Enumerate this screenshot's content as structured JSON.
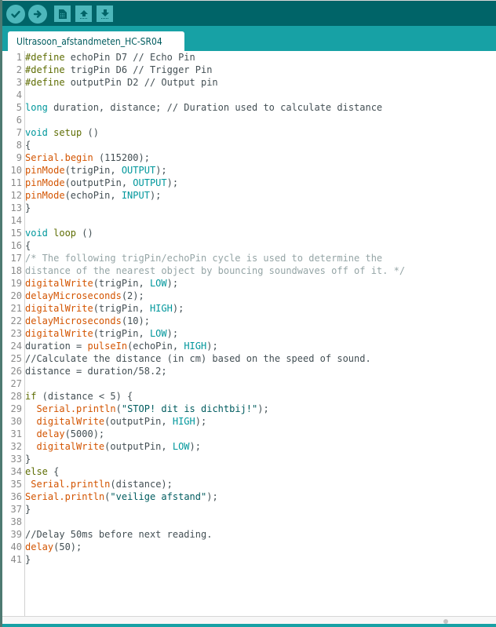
{
  "toolbar": {
    "buttons": [
      {
        "name": "verify",
        "icon": "checkmark-icon"
      },
      {
        "name": "upload",
        "icon": "arrow-right-icon"
      },
      {
        "name": "new",
        "icon": "new-file-icon"
      },
      {
        "name": "open",
        "icon": "arrow-up-icon"
      },
      {
        "name": "save",
        "icon": "arrow-down-icon"
      }
    ]
  },
  "tabs": [
    {
      "label": "Ultrasoon_afstandmeten_HC-SR04",
      "active": true
    }
  ],
  "colors": {
    "toolbar_bg": "#006468",
    "tabbar_bg": "#17a1a5",
    "button_bg": "#4db7bb",
    "keyword_define": "#5e6d03",
    "keyword_type": "#00979c",
    "function": "#d35400",
    "string": "#005c5f",
    "comment": "#95a5a6"
  },
  "editor": {
    "lines": [
      {
        "n": "1",
        "tokens": [
          [
            "k-def",
            "#define"
          ],
          [
            "",
            "echoPin D7 "
          ],
          [
            "k-cmt2",
            "// Echo Pin"
          ]
        ]
      },
      {
        "n": "2",
        "tokens": [
          [
            "k-def",
            "#define"
          ],
          [
            "",
            "trigPin D6 "
          ],
          [
            "k-cmt2",
            "// Trigger Pin"
          ]
        ]
      },
      {
        "n": "3",
        "tokens": [
          [
            "k-def",
            "#define"
          ],
          [
            "",
            "outputPin D2 "
          ],
          [
            "k-cmt2",
            "// Output pin"
          ]
        ]
      },
      {
        "n": "4",
        "tokens": []
      },
      {
        "n": "5",
        "tokens": [
          [
            "k-type",
            "long"
          ],
          [
            "",
            "duration, distance; "
          ],
          [
            "k-cmt2",
            "// Duration used to calculate distance"
          ]
        ]
      },
      {
        "n": "6",
        "tokens": []
      },
      {
        "n": "7",
        "tokens": [
          [
            "k-type",
            "void"
          ],
          [
            "",
            ""
          ],
          [
            "k-def",
            "setup"
          ],
          [
            "",
            "()"
          ]
        ]
      },
      {
        "n": "8",
        "tokens": [
          [
            "",
            "{"
          ]
        ]
      },
      {
        "n": "9",
        "tokens": [
          [
            "k-fn",
            "Serial"
          ],
          [
            "k-fn",
            "."
          ],
          [
            "k-fn",
            "begin"
          ],
          [
            "",
            " (115200);"
          ]
        ]
      },
      {
        "n": "10",
        "tokens": [
          [
            "k-fn",
            "pinMode"
          ],
          [
            "",
            "(trigPin, "
          ],
          [
            "k-const",
            "OUTPUT"
          ],
          [
            "",
            ");"
          ]
        ]
      },
      {
        "n": "11",
        "tokens": [
          [
            "k-fn",
            "pinMode"
          ],
          [
            "",
            "(outputPin, "
          ],
          [
            "k-const",
            "OUTPUT"
          ],
          [
            "",
            ");"
          ]
        ]
      },
      {
        "n": "12",
        "tokens": [
          [
            "k-fn",
            "pinMode"
          ],
          [
            "",
            "(echoPin, "
          ],
          [
            "k-const",
            "INPUT"
          ],
          [
            "",
            ");"
          ]
        ]
      },
      {
        "n": "13",
        "tokens": [
          [
            "",
            "}"
          ]
        ]
      },
      {
        "n": "14",
        "tokens": []
      },
      {
        "n": "15",
        "tokens": [
          [
            "k-type",
            "void"
          ],
          [
            "",
            ""
          ],
          [
            "k-def",
            "loop"
          ],
          [
            "",
            "()"
          ]
        ]
      },
      {
        "n": "16",
        "tokens": [
          [
            "",
            "{"
          ]
        ]
      },
      {
        "n": "17",
        "tokens": [
          [
            "k-cmt",
            "/* The following trigPin/echoPin cycle is used to determine the"
          ]
        ]
      },
      {
        "n": "18",
        "tokens": [
          [
            "k-cmt",
            "distance of the nearest object by bouncing soundwaves off of it. */"
          ]
        ]
      },
      {
        "n": "19",
        "tokens": [
          [
            "k-fn",
            "digitalWrite"
          ],
          [
            "",
            "(trigPin, "
          ],
          [
            "k-const",
            "LOW"
          ],
          [
            "",
            ");"
          ]
        ]
      },
      {
        "n": "20",
        "tokens": [
          [
            "k-fn",
            "delayMicroseconds"
          ],
          [
            "",
            "(2);"
          ]
        ]
      },
      {
        "n": "21",
        "tokens": [
          [
            "k-fn",
            "digitalWrite"
          ],
          [
            "",
            "(trigPin, "
          ],
          [
            "k-const",
            "HIGH"
          ],
          [
            "",
            ");"
          ]
        ]
      },
      {
        "n": "22",
        "tokens": [
          [
            "k-fn",
            "delayMicroseconds"
          ],
          [
            "",
            "(10);"
          ]
        ]
      },
      {
        "n": "23",
        "tokens": [
          [
            "k-fn",
            "digitalWrite"
          ],
          [
            "",
            "(trigPin, "
          ],
          [
            "k-const",
            "LOW"
          ],
          [
            "",
            ");"
          ]
        ]
      },
      {
        "n": "24",
        "tokens": [
          [
            "",
            "duration = "
          ],
          [
            "k-fn",
            "pulseIn"
          ],
          [
            "",
            "(echoPin, "
          ],
          [
            "k-const",
            "HIGH"
          ],
          [
            "",
            ");"
          ]
        ]
      },
      {
        "n": "25",
        "tokens": [
          [
            "k-cmt2",
            "//Calculate the distance (in cm) based on the speed of sound."
          ]
        ]
      },
      {
        "n": "26",
        "tokens": [
          [
            "",
            "distance = duration/58.2;"
          ]
        ]
      },
      {
        "n": "27",
        "tokens": []
      },
      {
        "n": "28",
        "tokens": [
          [
            "k-def",
            "if"
          ],
          [
            "",
            " (distance < 5) {"
          ]
        ]
      },
      {
        "n": "29",
        "tokens": [
          [
            "",
            "  "
          ],
          [
            "k-fn",
            "Serial"
          ],
          [
            "k-fn",
            "."
          ],
          [
            "k-fn",
            "println"
          ],
          [
            "",
            "("
          ],
          [
            "k-str",
            "\"STOP! dit is dichtbij!\""
          ],
          [
            "",
            ");"
          ]
        ]
      },
      {
        "n": "30",
        "tokens": [
          [
            "",
            "  "
          ],
          [
            "k-fn",
            "digitalWrite"
          ],
          [
            "",
            "(outputPin, "
          ],
          [
            "k-const",
            "HIGH"
          ],
          [
            "",
            ");"
          ]
        ]
      },
      {
        "n": "31",
        "tokens": [
          [
            "",
            "  "
          ],
          [
            "k-fn",
            "delay"
          ],
          [
            "",
            "(5000);"
          ]
        ]
      },
      {
        "n": "32",
        "tokens": [
          [
            "",
            "  "
          ],
          [
            "k-fn",
            "digitalWrite"
          ],
          [
            "",
            "(outputPin, "
          ],
          [
            "k-const",
            "LOW"
          ],
          [
            "",
            ");"
          ]
        ]
      },
      {
        "n": "33",
        "tokens": [
          [
            "",
            "}"
          ]
        ]
      },
      {
        "n": "34",
        "tokens": [
          [
            "k-def",
            "else"
          ],
          [
            "",
            " {"
          ]
        ]
      },
      {
        "n": "35",
        "tokens": [
          [
            "",
            " "
          ],
          [
            "k-fn",
            "Serial"
          ],
          [
            "k-fn",
            "."
          ],
          [
            "k-fn",
            "println"
          ],
          [
            "",
            "(distance);"
          ]
        ]
      },
      {
        "n": "36",
        "tokens": [
          [
            "k-fn",
            "Serial"
          ],
          [
            "k-fn",
            "."
          ],
          [
            "k-fn",
            "println"
          ],
          [
            "",
            "("
          ],
          [
            "k-str",
            "\"veilige afstand\""
          ],
          [
            "",
            ");"
          ]
        ]
      },
      {
        "n": "37",
        "tokens": [
          [
            "",
            "}"
          ]
        ]
      },
      {
        "n": "38",
        "tokens": []
      },
      {
        "n": "39",
        "tokens": [
          [
            "k-cmt2",
            "//Delay 50ms before next reading."
          ]
        ]
      },
      {
        "n": "40",
        "tokens": [
          [
            "k-fn",
            "delay"
          ],
          [
            "",
            "(50);"
          ]
        ]
      },
      {
        "n": "41",
        "tokens": [
          [
            "",
            "}"
          ]
        ]
      }
    ]
  }
}
